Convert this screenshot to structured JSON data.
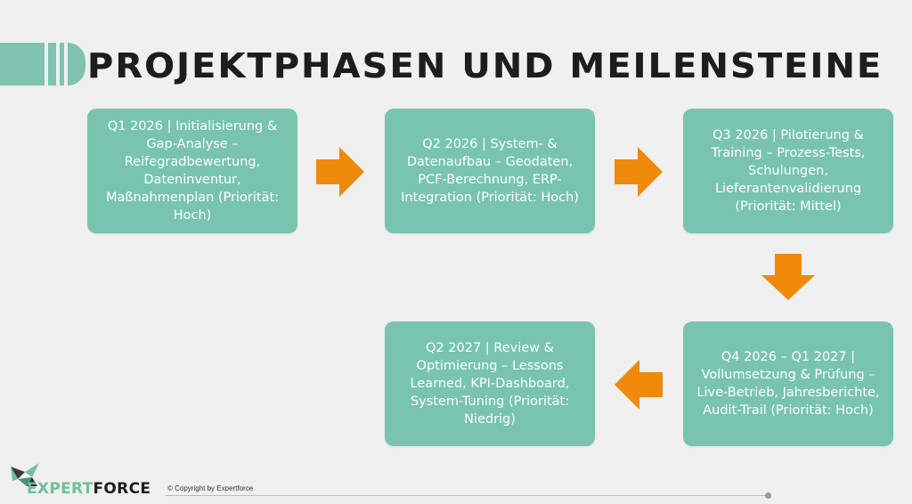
{
  "slide": {
    "title": "PROJEKTPHASEN UND MEILENSTEINE",
    "phases": [
      {
        "text": "Q1 2026 | Initialisierung & Gap-Analyse – Reifegradbewertung, Dateninventur, Maßnahmenplan (Priorität: Hoch)"
      },
      {
        "text": "Q2 2026 | System- & Datenaufbau – Geodaten, PCF-Berechnung, ERP-Integration (Priorität: Hoch)"
      },
      {
        "text": "Q3 2026 | Pilotierung & Training – Prozess-Tests, Schulungen, Lieferantenvalidierung (Priorität: Mittel)"
      },
      {
        "text": "Q4 2026 – Q1 2027 | Vollumsetzung & Prüfung – Live-Betrieb, Jahresberichte, Audit-Trail (Priorität: Hoch)"
      },
      {
        "text": "Q2 2027 | Review & Optimierung – Lessons Learned, KPI-Dashboard, System-Tuning (Priorität: Niedrig)"
      }
    ],
    "arrows": [
      "right-arrow-icon",
      "right-arrow-icon",
      "down-arrow-icon",
      "left-arrow-icon"
    ]
  },
  "colors": {
    "accent_teal": "#78c4af",
    "arrow_orange": "#ef8a0a",
    "background": "#f0f0f0",
    "title_text": "#1d1d1d"
  },
  "footer": {
    "brand_part1": "EXPERT",
    "brand_part2": "FORCE",
    "copyright": "© Copyright by Expertforce"
  }
}
